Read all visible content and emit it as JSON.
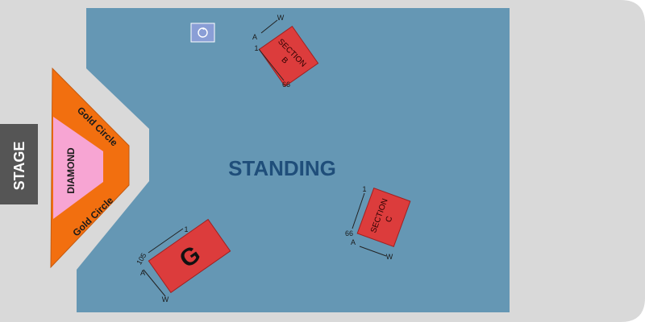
{
  "stage": {
    "label": "STAGE"
  },
  "gold_circle_upper": {
    "label": "Gold Circle"
  },
  "gold_circle_lower": {
    "label": "Gold Circle"
  },
  "diamond": {
    "label": "DIAMOND"
  },
  "floor": {
    "label": "STANDING"
  },
  "accessible": {
    "icon": "wheelchair-icon"
  },
  "section_b": {
    "line1": "SECTION",
    "line2": "B",
    "row_first": "A",
    "row_last": "W",
    "seat_first": "1",
    "seat_last": "66"
  },
  "section_c": {
    "line1": "SECTION",
    "line2": "C",
    "row_first": "A",
    "row_last": "W",
    "seat_first": "1",
    "seat_last": "66"
  },
  "section_g": {
    "label": "G",
    "row_first": "A",
    "row_last": "W",
    "seat_first": "1",
    "seat_last": "105"
  },
  "colors": {
    "background": "#d9d9d9",
    "floor": "#6597b4",
    "stage": "#555555",
    "gold_circle": "#f26f0f",
    "diamond": "#f7a5d3",
    "section": "#dc3c3c",
    "standing_text": "#1f4e7a",
    "accessible": "#8a9ed6"
  }
}
